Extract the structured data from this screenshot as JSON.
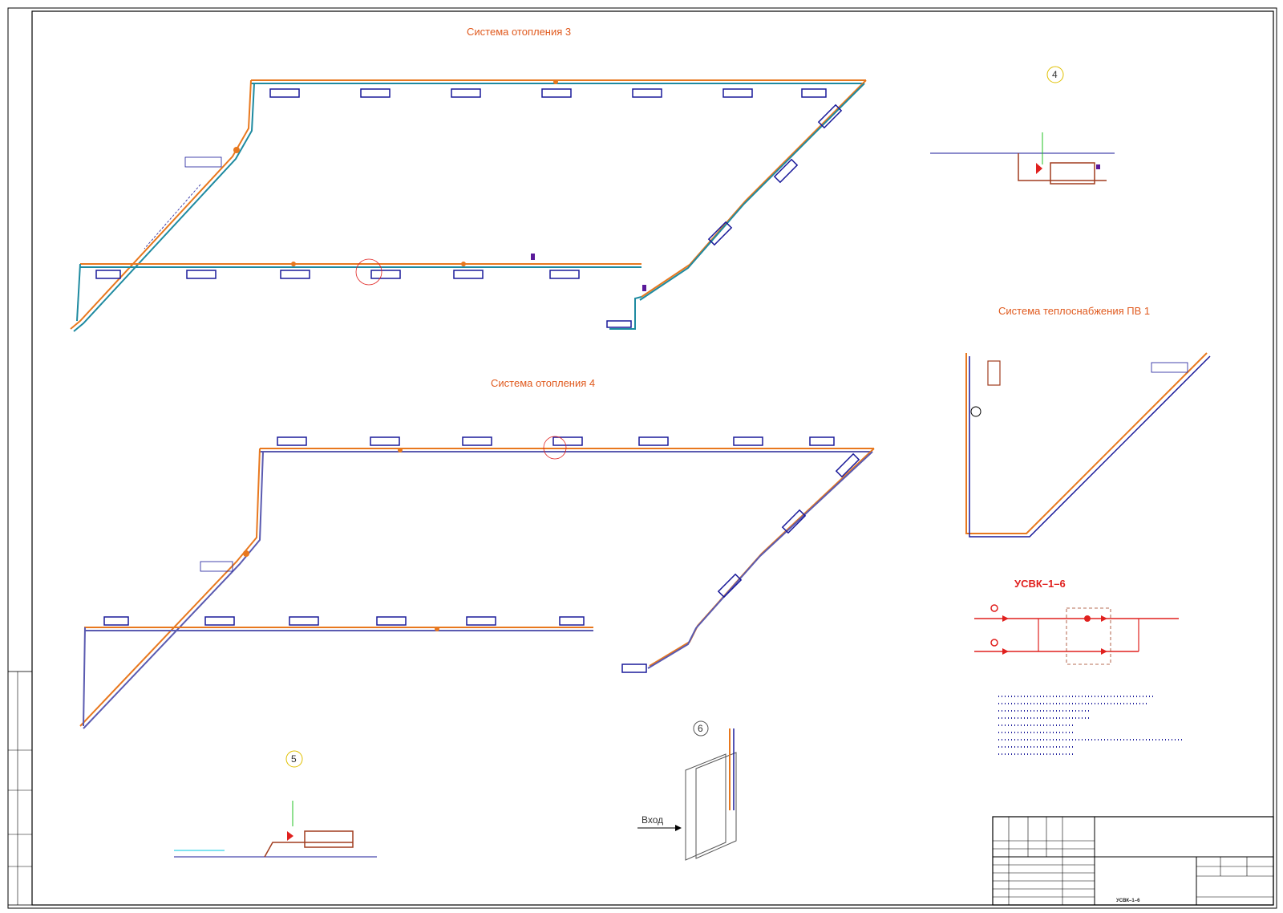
{
  "drawing": {
    "system3_title": "Система отопления 3",
    "system4_title": "Система отопления 4",
    "pv1_title": "Система теплоснабжения ПВ 1",
    "usvk_title": "УСВК–1–6",
    "entrance_label": "Вход",
    "callouts": {
      "c4": "4",
      "c5": "5",
      "c6": "6"
    }
  },
  "title_block": {
    "stamp_text": "УСВК–1–6"
  },
  "colors": {
    "supply": "#e8781e",
    "return": "#1e8aa0",
    "pipe_dark": "#1a1a9a",
    "radiator": "#1a1a9a",
    "valve": "#e0201e",
    "accent_magenta": "#d01cd0",
    "accent_yellow": "#e0c000",
    "accent_green": "#20c020",
    "accent_cyan": "#00c8e0",
    "brown": "#a03c1e",
    "frame": "#000000"
  }
}
